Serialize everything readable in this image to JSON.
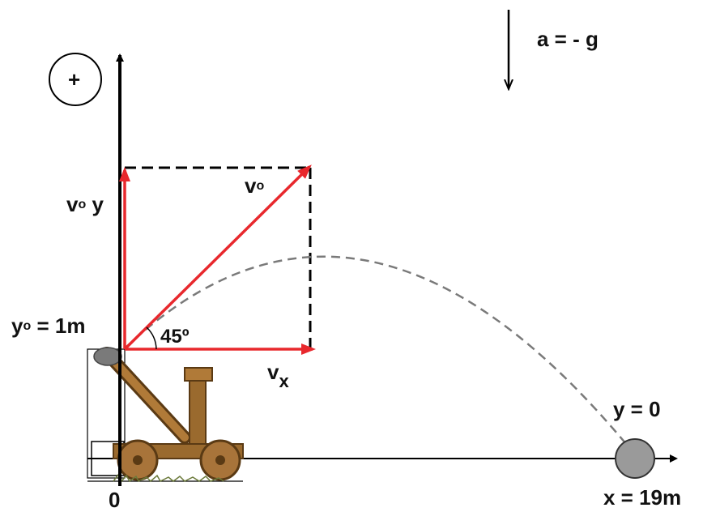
{
  "labels": {
    "acceleration": "a = - g",
    "positive_sign": "+",
    "v0y_main": "v",
    "v0y_sub": "o",
    "v0y_tail": " y",
    "v0_main": "v",
    "v0_sub": "o",
    "vx_main": "v",
    "vx_sub": "x",
    "angle": "45º",
    "y0_main": "y",
    "y0_sub": "o",
    "y0_tail": " = 1m",
    "y_end": "y = 0",
    "x_start": "0",
    "x_end": "x = 19m"
  },
  "colors": {
    "vector": "#e8282d",
    "axis": "#000000",
    "trajectory": "#7a7a7a",
    "projectile": "#9a9a9a",
    "catapult_wood": "#9a6a2e",
    "catapult_dark": "#5a3a14"
  },
  "icons": {
    "catapult": "catapult-icon",
    "projectile": "cannonball-icon"
  }
}
